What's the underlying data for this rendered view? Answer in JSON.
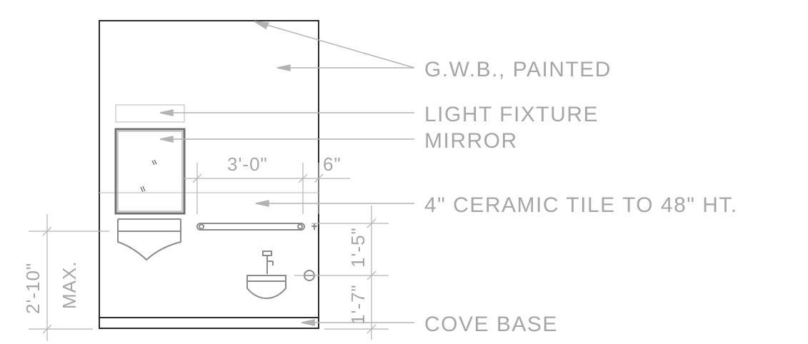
{
  "drawing": {
    "colors": {
      "wall": "#2a2a2a",
      "fixture": "#8c8c8c",
      "leader": "#b3b3b3",
      "text": "#a6a6a6"
    },
    "notes": {
      "gwb": "G.W.B., PAINTED",
      "light": "LIGHT FIXTURE",
      "mirror": "MIRROR",
      "tile": "4\" CERAMIC TILE TO 48\" HT.",
      "cove": "COVE BASE"
    },
    "dims": {
      "grab_bar_len": "3'-0\"",
      "grab_bar_offset": "6\"",
      "lav_height": "2'-10\"",
      "lav_max": "MAX.",
      "upper": "1'-5\"",
      "lower": "1'-7\""
    },
    "icons": {
      "lavatory": "wall-lavatory-icon",
      "faucet": "faucet-icon",
      "toilet": "wall-toilet-icon",
      "grab_bar": "grab-bar-icon",
      "mirror": "mirror-icon",
      "flush_valve": "flush-valve-icon"
    }
  }
}
